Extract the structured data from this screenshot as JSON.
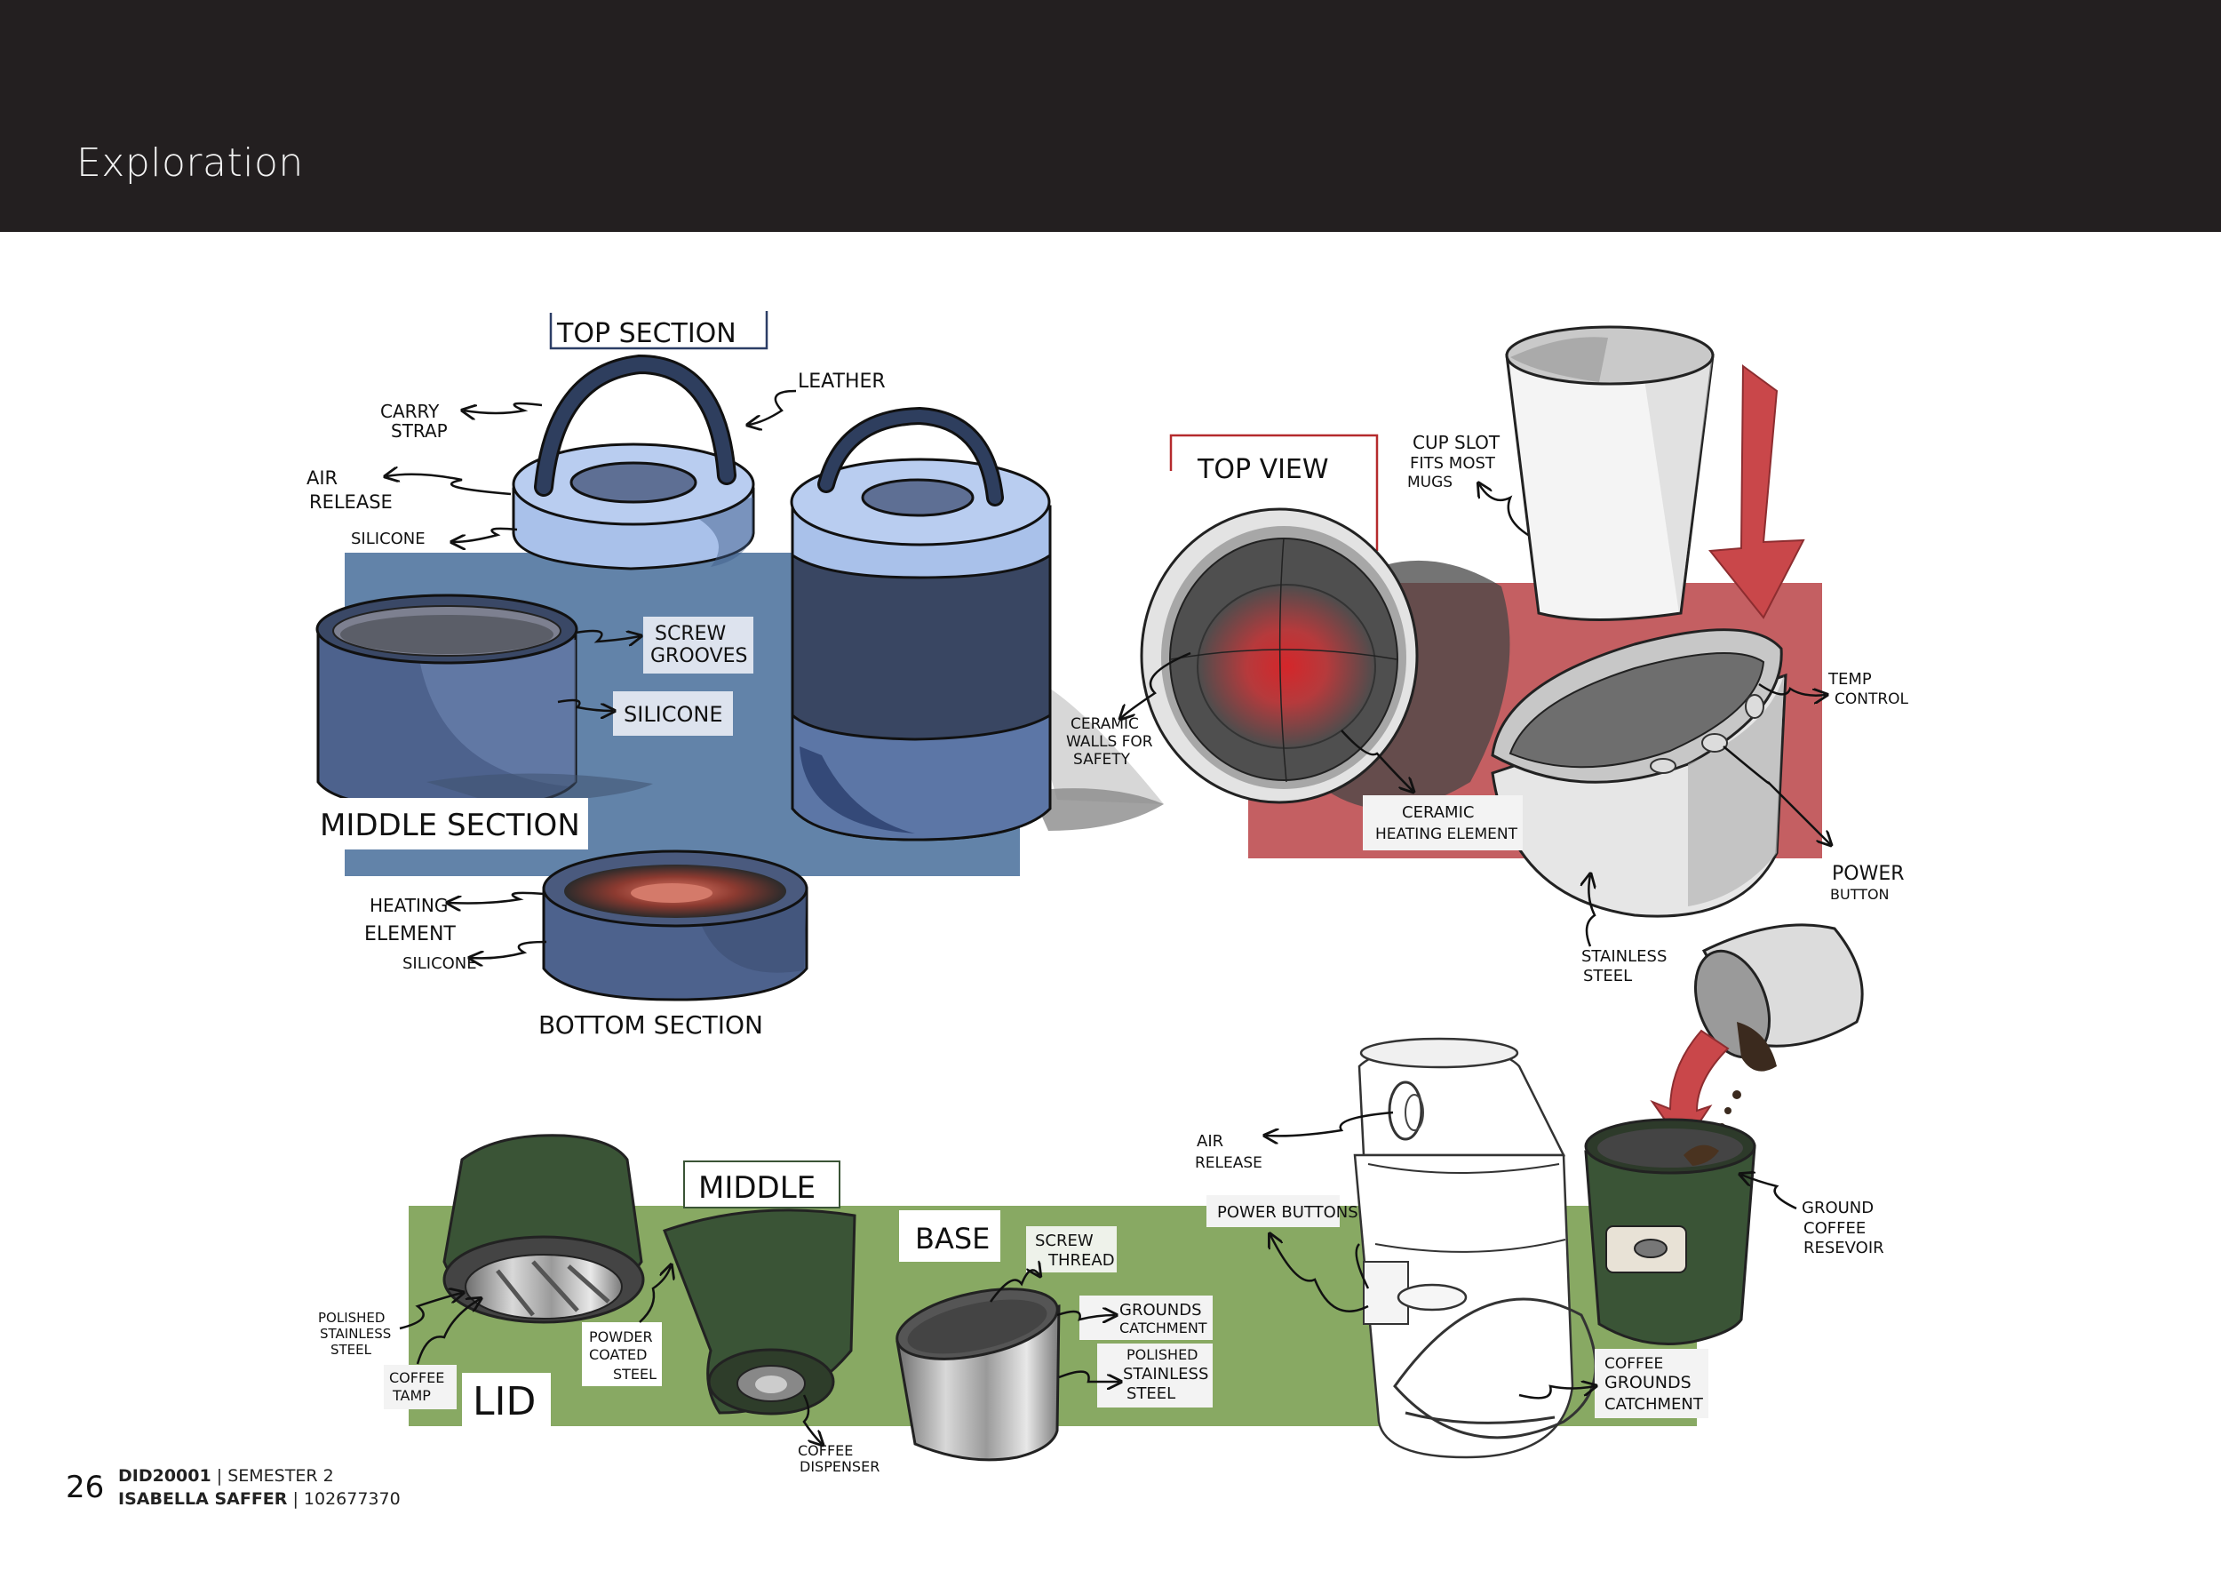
{
  "header": {
    "title": "Exploration"
  },
  "sketch_labels": {
    "top_section": "TOP SECTION",
    "leather": "LEATHER",
    "carry": "CARRY",
    "strap": "STRAP",
    "air": "AIR",
    "release": "RELEASE",
    "silicone_top": "SILICONE",
    "screw": "SCREW",
    "grooves": "GROOVES",
    "silicone_mid": "SILICONE",
    "middle_section": "MIDDLE SECTION",
    "heating": "HEATING",
    "element": "ELEMENT",
    "silicone_bottom": "SILICONE",
    "bottom_section": "BOTTOM SECTION",
    "top_view": "TOP VIEW",
    "cup_slot": "CUP SLOT",
    "fits_most": "FITS MOST",
    "mugs": "MUGS",
    "ceramic": "CERAMIC",
    "walls_for": "WALLS FOR",
    "safety": "SAFETY",
    "ceramic_he_1": "CERAMIC",
    "ceramic_he_2": "HEATING ELEMENT",
    "temp": "TEMP",
    "control": "CONTROL",
    "power": "POWER",
    "button": "BUTTON",
    "stainless": "STAINLESS",
    "steel": "STEEL",
    "air_release_1": "AIR",
    "air_release_2": "RELEASE",
    "power_buttons": "POWER BUTTONS",
    "ground": "GROUND",
    "coffee": "COFFEE",
    "resevoir": "RESEVOIR",
    "coffee_grounds_1": "COFFEE",
    "coffee_grounds_2": "GROUNDS",
    "coffee_grounds_3": "CATCHMENT",
    "middle": "MIDDLE",
    "base": "BASE",
    "screw_thread_1": "SCREW",
    "screw_thread_2": "THREAD",
    "grounds_catch_1": "GROUNDS",
    "grounds_catch_2": "CATCHMENT",
    "pss_1": "POLISHED",
    "pss_2": "STAINLESS",
    "pss_3": "STEEL",
    "polished": "POLISHED",
    "stainless_lid": "STAINLESS",
    "steel_lid": "STEEL",
    "coffee_tamp_1": "COFFEE",
    "coffee_tamp_2": "TAMP",
    "lid": "LID",
    "pcs_1": "POWDER",
    "pcs_2": "COATED",
    "pcs_3": "STEEL",
    "dispenser_1": "COFFEE",
    "dispenser_2": "DISPENSER"
  },
  "footer": {
    "page_number": "26",
    "course_code": "DID20001",
    "semester": "SEMESTER 2",
    "author": "ISABELLA SAFFER",
    "student_id": "102677370"
  },
  "colors": {
    "header_bg": "#231f20",
    "blue_panel": "#6283a9",
    "red_panel": "#c45f62",
    "green_panel": "#88a963",
    "navy": "#3a4a66",
    "light_blue": "#a9c1ea",
    "dark_green": "#3a5436",
    "arrow_red": "#c9474a"
  }
}
